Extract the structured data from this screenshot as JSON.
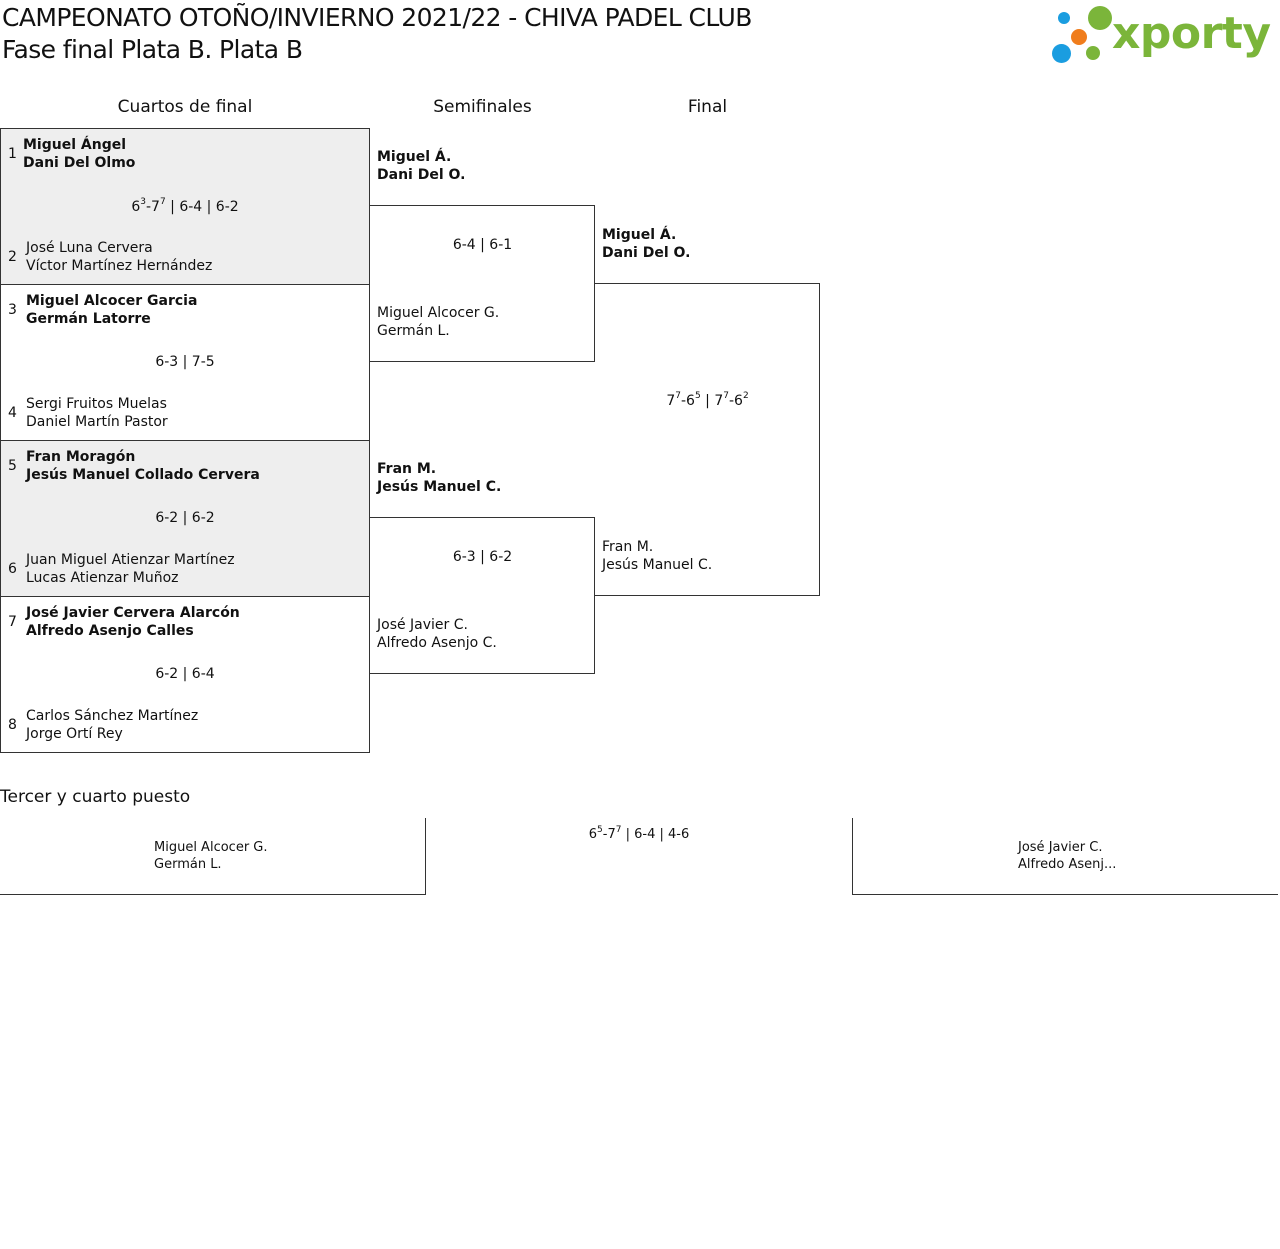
{
  "header": {
    "title": "CAMPEONATO OTOÑO/INVIERNO 2021/22 - CHIVA PADEL CLUB",
    "subtitle": "Fase final Plata B. Plata B",
    "logo_text": "xporty",
    "logo_colors": {
      "green": "#7bb53a",
      "blue": "#1a9de0",
      "orange": "#f07d1c"
    }
  },
  "rounds": {
    "quarterfinals": "Cuartos de final",
    "semifinals": "Semifinales",
    "final": "Final"
  },
  "quarterfinals": [
    {
      "seed_a": "1",
      "pair_a": [
        "Miguel Ángel",
        "Dani Del Olmo"
      ],
      "seed_b": "2",
      "pair_b": [
        "José Luna Cervera",
        "Víctor Martínez Hernández"
      ],
      "score_parts": [
        [
          "6",
          "3"
        ],
        "-",
        [
          "7",
          "7"
        ],
        " | 6-4 | 6-2"
      ],
      "winner": "a"
    },
    {
      "seed_a": "3",
      "pair_a": [
        "Miguel Alcocer Garcia",
        "Germán Latorre"
      ],
      "seed_b": "4",
      "pair_b": [
        "Sergi Fruitos Muelas",
        "Daniel Martín Pastor"
      ],
      "score": "6-3 | 7-5",
      "winner": "a"
    },
    {
      "seed_a": "5",
      "pair_a": [
        "Fran Moragón",
        "Jesús Manuel Collado Cervera"
      ],
      "seed_b": "6",
      "pair_b": [
        "Juan Miguel Atienzar Martínez",
        "Lucas Atienzar Muñoz"
      ],
      "score": "6-2 | 6-2",
      "winner": "a"
    },
    {
      "seed_a": "7",
      "pair_a": [
        "José Javier Cervera Alarcón",
        "Alfredo Asenjo Calles"
      ],
      "seed_b": "8",
      "pair_b": [
        "Carlos Sánchez Martínez",
        "Jorge Ortí Rey"
      ],
      "score": "6-2 | 6-4",
      "winner": "a"
    }
  ],
  "semifinals": [
    {
      "pair_a": [
        "Miguel Á.",
        "Dani Del O."
      ],
      "pair_b": [
        "Miguel Alcocer G.",
        "Germán L."
      ],
      "score": "6-4 | 6-1",
      "winner": "a"
    },
    {
      "pair_a": [
        "Fran M.",
        "Jesús Manuel C."
      ],
      "pair_b": [
        "José Javier C.",
        "Alfredo Asenjo C."
      ],
      "score": "6-3 | 6-2",
      "winner": "a"
    }
  ],
  "final": {
    "pair_a": [
      "Miguel Á.",
      "Dani Del O."
    ],
    "pair_b": [
      "Fran M.",
      "Jesús Manuel C."
    ],
    "score_parts": [
      [
        "7",
        "7"
      ],
      "-",
      [
        "6",
        "5"
      ],
      " | ",
      [
        "7",
        "7"
      ],
      "-",
      [
        "6",
        "2"
      ]
    ],
    "winner": "a"
  },
  "third_place": {
    "title": "Tercer y cuarto puesto",
    "pair_a": [
      "Miguel Alcocer G.",
      "Germán L."
    ],
    "pair_b": [
      "José Javier C.",
      "Alfredo Asenj..."
    ],
    "score_parts": [
      [
        "6",
        "5"
      ],
      "-",
      [
        "7",
        "7"
      ],
      " | 6-4 | 4-6"
    ]
  }
}
